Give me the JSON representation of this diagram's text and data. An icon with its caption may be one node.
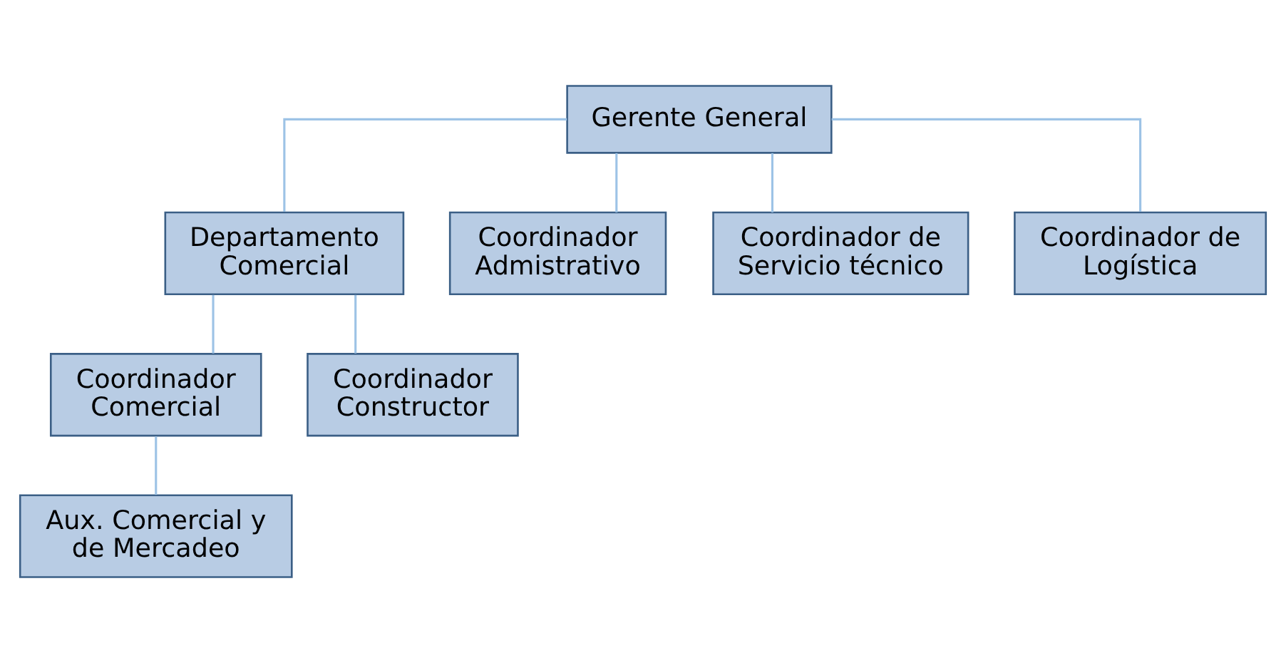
{
  "diagram": {
    "nodes": [
      {
        "text": [
          "Gerente General"
        ]
      },
      {
        "text": [
          "Departamento Comercial"
        ]
      },
      {
        "text": [
          "Coordinador Admistrativo"
        ]
      },
      {
        "text": [
          "Coordinador de Servicio técnico"
        ]
      },
      {
        "text": [
          "Coordinador de Logística"
        ]
      },
      {
        "text": [
          "Coordinador Comercial"
        ]
      },
      {
        "text": [
          "Coordinador Constructor"
        ]
      },
      {
        "text": [
          "Aux. Comercial y de Mercadeo"
        ]
      }
    ],
    "edges": [
      {
        "from": 0,
        "to": 1,
        "arrow": "none"
      },
      {
        "from": 0,
        "to": 2,
        "arrow": "none"
      },
      {
        "from": 0,
        "to": 3,
        "arrow": "none"
      },
      {
        "from": 0,
        "to": 4,
        "arrow": "none"
      },
      {
        "from": 1,
        "to": 5,
        "arrow": "none"
      },
      {
        "from": 1,
        "to": 6,
        "arrow": "none"
      },
      {
        "from": 5,
        "to": 7,
        "arrow": "none"
      }
    ]
  }
}
